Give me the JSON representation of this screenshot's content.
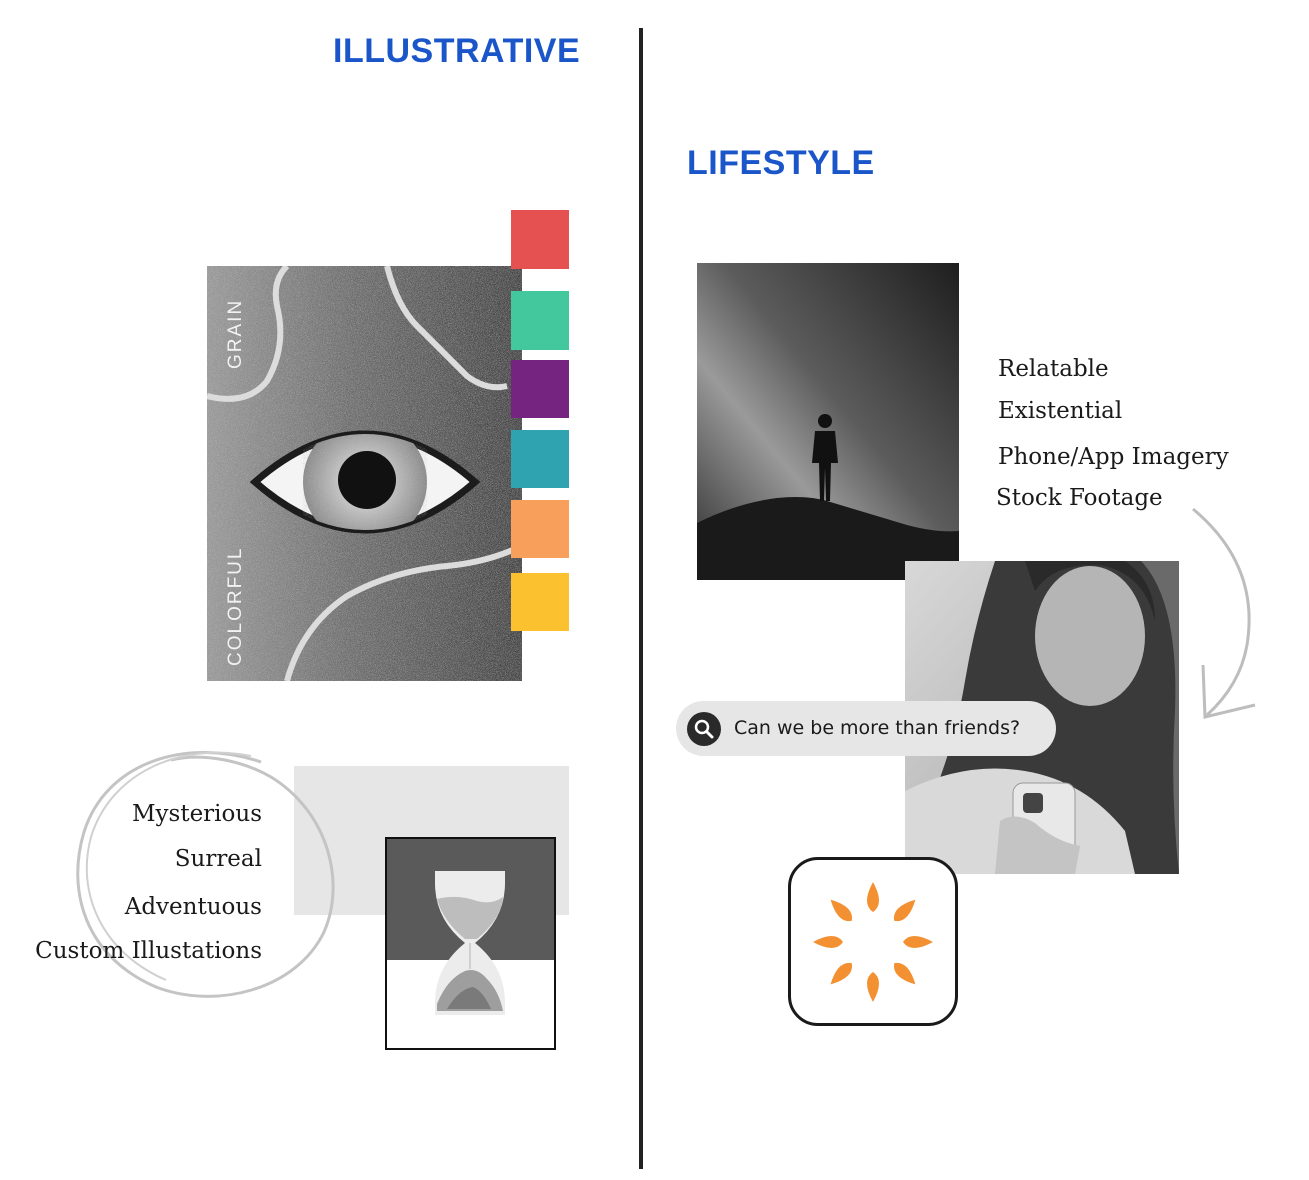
{
  "colors": {
    "heading_blue": "#1a56c9",
    "swatches": [
      "#e55050",
      "#43c79c",
      "#75247f",
      "#2fa3b0",
      "#f99f5c",
      "#fbc12e"
    ],
    "sun_orange": "#f39031"
  },
  "illustrative": {
    "heading": "ILLUSTRATIVE",
    "vertical_labels": {
      "grain": "GRAIN",
      "colorful": "COLORFUL"
    },
    "keywords": [
      "Mysterious",
      "Surreal",
      "Adventuous",
      "Custom Illustations"
    ]
  },
  "lifestyle": {
    "heading": "LIFESTYLE",
    "keywords": [
      "Relatable",
      "Existential",
      "Phone/App Imagery",
      "Stock Footage"
    ],
    "search_query": "Can we be more than friends?"
  },
  "icons": {
    "search": "search-icon",
    "app": "sun-app-icon",
    "arrow": "curved-arrow-icon"
  }
}
